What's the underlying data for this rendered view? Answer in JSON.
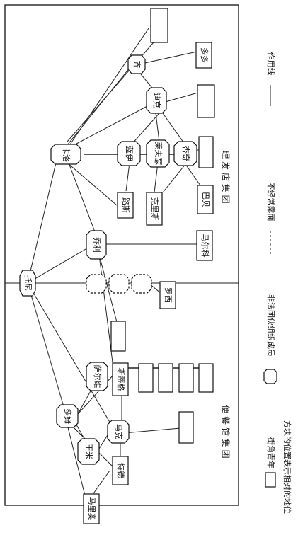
{
  "groups": {
    "left": "便 餐 馆 集 团",
    "right": "理 发 店 集 团"
  },
  "legend": {
    "hex_label": "非法团伙组织成员",
    "box_label": "街角青年",
    "box_note": "方块的位置表示相对的地位",
    "dotted_label": "不经常露面",
    "solid_label": "作用线"
  },
  "nodes": {
    "tuoni": "托尼",
    "kaluo": "卡洛",
    "qiaoli": "乔利",
    "qi": "齐",
    "dike": "迪克",
    "duoduo": "多多",
    "lanpo": "蓝伊",
    "laifuzi": "莱夫瑟",
    "qieqi": "杏奇",
    "lusi": "路斯",
    "dongbeisi": "克里斯",
    "bali": "巴贝",
    "maerke": "马尔科",
    "luoxi": "罗西",
    "duoma": "多姆",
    "saerwei": "萨尔维",
    "sidifu": "斯蒂格",
    "wangmi": "王米",
    "majia": "马克",
    "tede": "特德",
    "maliao": "马里奥"
  }
}
